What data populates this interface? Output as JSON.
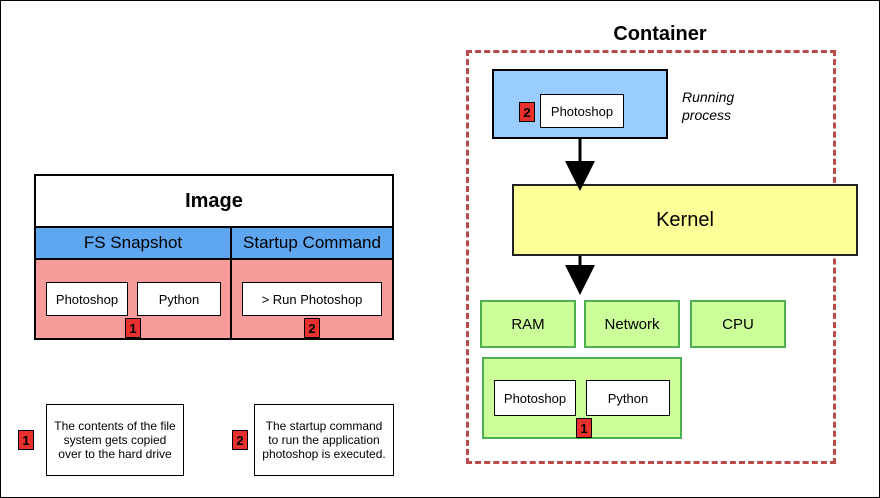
{
  "image_block": {
    "title": "Image",
    "fs_header": "FS Snapshot",
    "startup_header": "Startup Command",
    "fs_items": [
      "Photoshop",
      "Python"
    ],
    "fs_badge": "1",
    "startup_cmd": "> Run Photoshop",
    "startup_badge": "2"
  },
  "container": {
    "title": "Container",
    "process_label": "Photoshop",
    "process_badge": "2",
    "running_process_label": "Running\nprocess",
    "kernel_label": "Kernel",
    "resources": [
      "RAM",
      "Network",
      "CPU"
    ],
    "disk_items": [
      "Photoshop",
      "Python"
    ],
    "disk_badge": "1"
  },
  "legend": [
    {
      "badge": "1",
      "text": "The contents of the file system gets copied over to the hard drive"
    },
    {
      "badge": "2",
      "text": "The startup command to run the application photoshop is executed."
    }
  ],
  "colors": {
    "badge_red": "#e8302c",
    "header_blue": "#5ea6f0",
    "process_blue": "#99ccff",
    "pink": "#f89b9b",
    "green": "#ccff99",
    "yellow": "#ffff99",
    "dashed_border": "#b84a4a"
  }
}
